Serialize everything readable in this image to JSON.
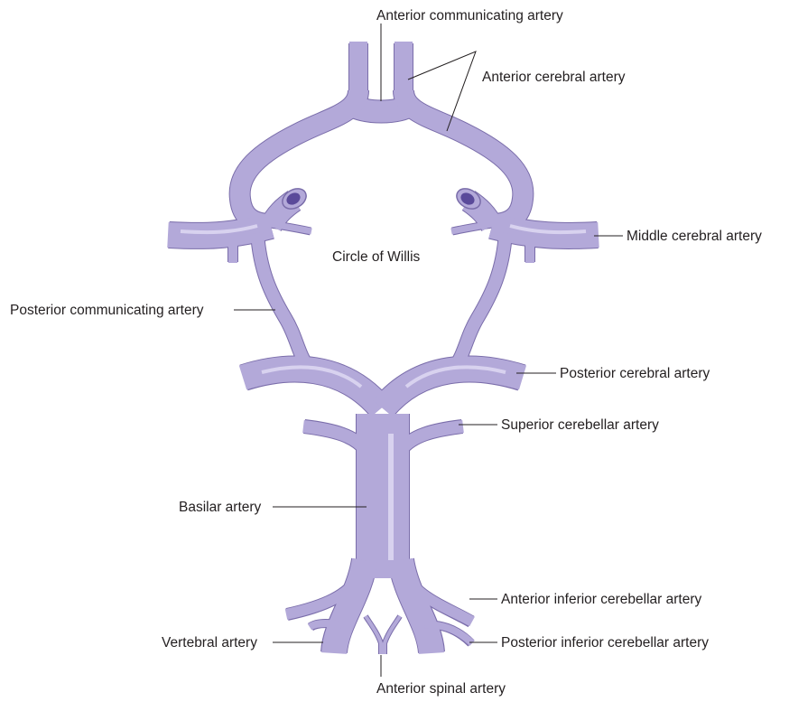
{
  "diagram": {
    "center_label": "Circle of Willis",
    "labels": {
      "anterior_communicating": "Anterior communicating artery",
      "anterior_cerebral": "Anterior cerebral artery",
      "middle_cerebral": "Middle cerebral artery",
      "posterior_communicating": "Posterior communicating artery",
      "posterior_cerebral": "Posterior cerebral artery",
      "superior_cerebellar": "Superior cerebellar artery",
      "basilar": "Basilar artery",
      "anterior_inferior_cerebellar": "Anterior inferior cerebellar artery",
      "vertebral": "Vertebral artery",
      "posterior_inferior_cerebellar": "Posterior inferior cerebellar artery",
      "anterior_spinal": "Anterior spinal artery"
    },
    "colors": {
      "vessel_fill": "#b3a9d9",
      "vessel_outline": "#7a6daa",
      "vessel_highlight": "#d8d2ef",
      "lumen": "#5a4a9a",
      "leader_line": "#231f20",
      "text": "#231f20"
    }
  }
}
